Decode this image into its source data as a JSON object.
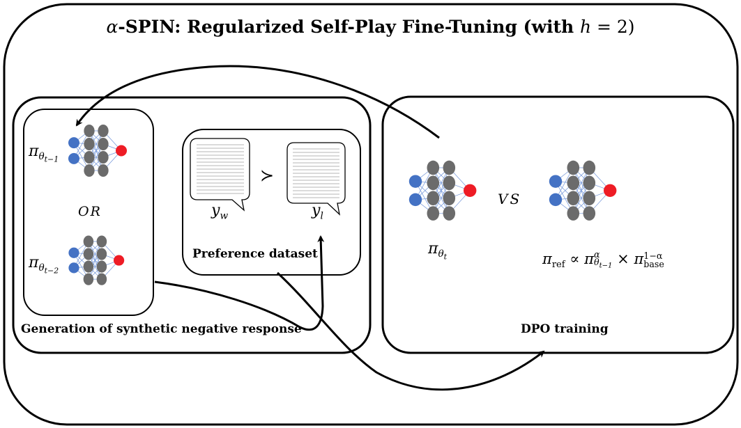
{
  "title": {
    "alpha": "α",
    "text": "-SPIN: Regularized Self-Play Fine-Tuning (with ",
    "h": "h",
    "eq": " = 2)"
  },
  "generation": {
    "label": "Generation of synthetic negative response",
    "policy_prev_1": {
      "pi": "π",
      "sub": "θ",
      "subsub": "t−1"
    },
    "or_label": "OR",
    "policy_prev_2": {
      "pi": "π",
      "sub": "θ",
      "subsub": "t−2"
    }
  },
  "preference": {
    "label": "Preference dataset",
    "prefers_symbol": "≻",
    "winner": {
      "y": "y",
      "sub": "w"
    },
    "loser": {
      "y": "y",
      "sub": "l"
    }
  },
  "dpo": {
    "label": "DPO training",
    "policy_current": {
      "pi": "π",
      "sub": "θ",
      "subsub": "t"
    },
    "vs_label": "VS",
    "reference": {
      "pi": "π",
      "ref_sub": "ref",
      "prop": "∝",
      "pi2": "π",
      "alpha_sup": "α",
      "theta_sub": "θ",
      "theta_subsub": "t−1",
      "times": "×",
      "pi3": "π",
      "one_minus_alpha_sup": "1−α",
      "base_sub": "base"
    }
  },
  "colors": {
    "input_node": "#4472c4",
    "hidden_node": "#6b6b6b",
    "output_node": "#ee1c25",
    "edge": "#6f93d8"
  }
}
